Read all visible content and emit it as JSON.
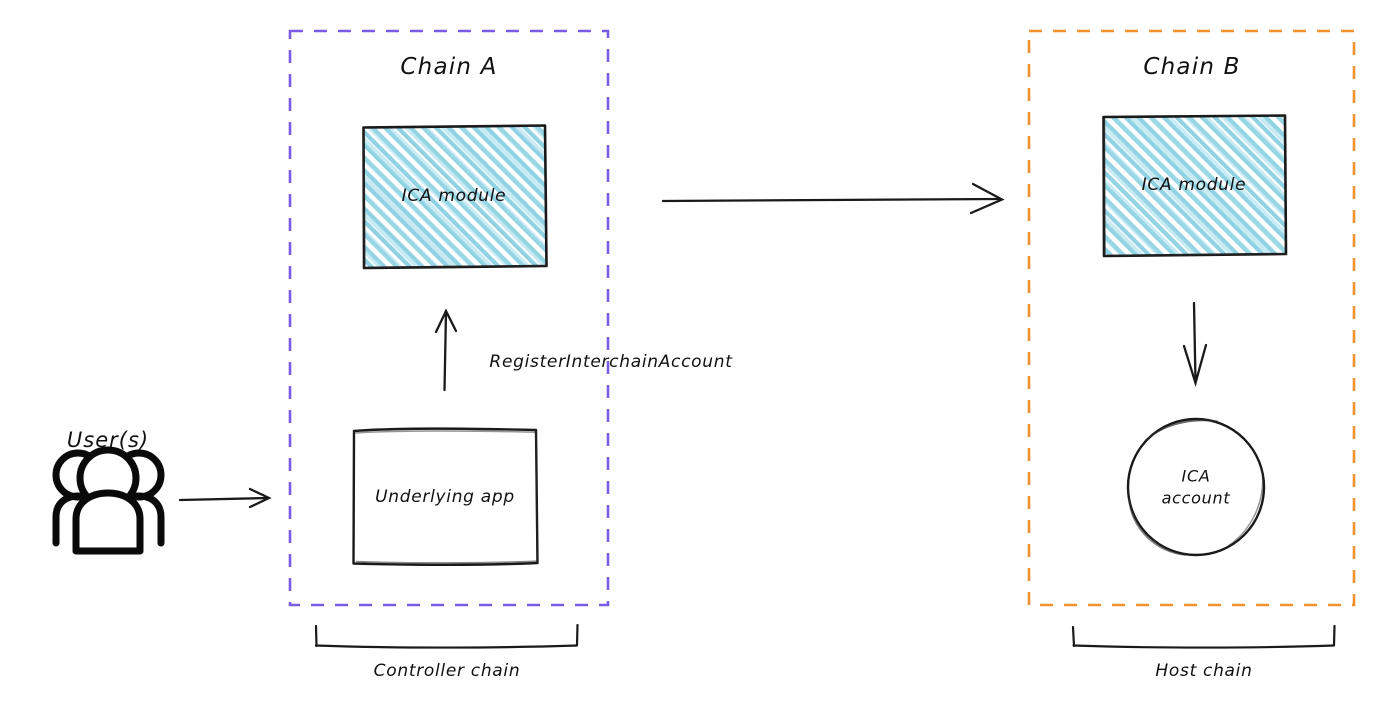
{
  "diagram": {
    "title_hidden": "",
    "chains": [
      {
        "id": "chain-a",
        "title": "Chain A",
        "border_color": "#7B5CE5",
        "border_style": "dashed",
        "bracket_label": "Controller chain",
        "nodes": [
          {
            "id": "ica-module-a",
            "label": "ICA module",
            "shape": "rect",
            "fill": "hatch-cyan"
          },
          {
            "id": "underlying-app",
            "label": "Underlying app",
            "shape": "rect",
            "fill": "white"
          }
        ]
      },
      {
        "id": "chain-b",
        "title": "Chain B",
        "border_color": "#F0922E",
        "border_style": "dashed",
        "bracket_label": "Host chain",
        "nodes": [
          {
            "id": "ica-module-b",
            "label": "ICA module",
            "shape": "rect",
            "fill": "hatch-cyan"
          },
          {
            "id": "ica-account",
            "label": "ICA\naccount",
            "label_line1": "ICA",
            "label_line2": "account",
            "shape": "circle",
            "fill": "white"
          }
        ]
      }
    ],
    "actor": {
      "id": "users",
      "label": "User(s)",
      "icon": "users-group-icon"
    },
    "edges": [
      {
        "id": "edge-users-to-app",
        "label": "",
        "from": "users",
        "to": "underlying-app",
        "direction": "right"
      },
      {
        "id": "edge-app-to-ica-module-a",
        "label": "RegisterInterchainAccount",
        "from": "underlying-app",
        "to": "ica-module-a",
        "direction": "up"
      },
      {
        "id": "edge-ica-a-to-ica-b",
        "label": "",
        "from": "ica-module-a",
        "to": "ica-module-b",
        "direction": "right"
      },
      {
        "id": "edge-ica-b-to-account",
        "label": "",
        "from": "ica-module-b",
        "to": "ica-account",
        "direction": "down"
      }
    ],
    "colors": {
      "chain_a_border": "#7B5CE5",
      "chain_b_border": "#F0922E",
      "hatch": "#6EC6DC",
      "ink": "#1A1A1A",
      "background": "#FFFFFF"
    }
  }
}
